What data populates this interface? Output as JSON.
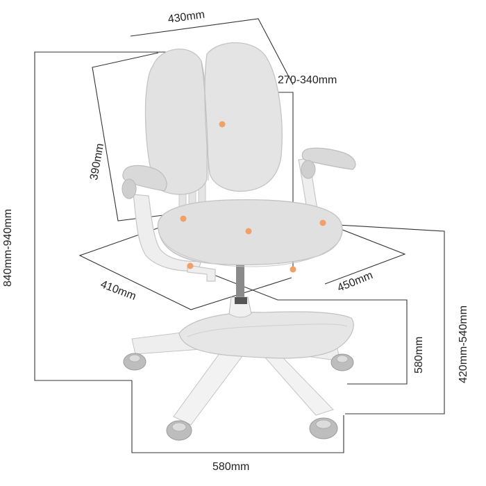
{
  "colors": {
    "chair_fill": "#e3e3e3",
    "chair_shade": "#cfcfcf",
    "frame_fill": "#eeeeee",
    "wheel_fill": "#bdbdbd",
    "dimension_line": "#333333",
    "marker": "#f0a068"
  },
  "dimensions": {
    "width_top": "430mm",
    "backrest_height": "390mm",
    "back_adjust": "270-340mm",
    "overall_height": "840mm-940mm",
    "seat_depth": "410mm",
    "seat_width": "450mm",
    "seat_height": "420mm-540mm",
    "footrest_height": "580mm",
    "base_width": "580mm"
  }
}
